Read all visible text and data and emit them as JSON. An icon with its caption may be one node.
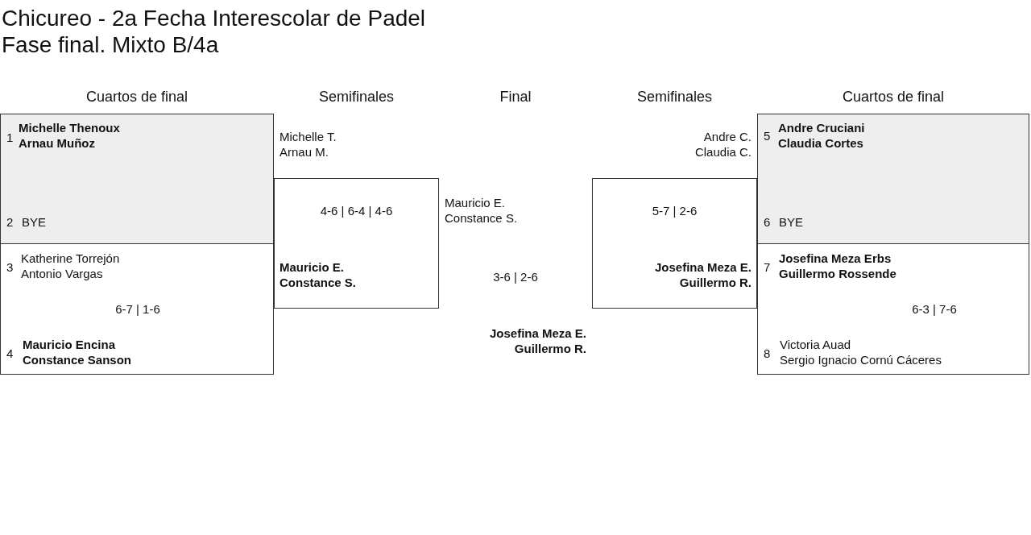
{
  "diagram": {
    "title": "Chicureo - 2a Fecha Interescolar de Padel Fase final. Mixto B/4a",
    "nodes": [
      {
        "text": [
          "1",
          "Michelle Thenoux",
          "Arnau Muñoz",
          "2",
          "BYE"
        ]
      },
      {
        "text": [
          "3",
          "Katherine Torrejón",
          "Antonio Vargas",
          "6-7 | 1-6",
          "4",
          "Mauricio Encina",
          "Constance Sanson"
        ]
      },
      {
        "text": [
          "Michelle T.",
          "Arnau M.",
          "4-6 | 6-4 | 4-6",
          "Mauricio E.",
          "Constance S."
        ]
      },
      {
        "text": [
          "Andre C.",
          "Claudia C.",
          "5-7 | 2-6",
          "Josefina Meza E.",
          "Guillermo R."
        ]
      },
      {
        "text": [
          "5",
          "Andre Cruciani",
          "Claudia Cortes",
          "6",
          "BYE"
        ]
      },
      {
        "text": [
          "7",
          "Josefina Meza Erbs",
          "Guillermo Rossende",
          "6-3 | 7-6",
          "8",
          "Victoria Auad",
          "Sergio Ignacio Cornú Cáceres"
        ]
      }
    ],
    "labels": [
      "Cuartos de final",
      "Semifinales",
      "Final",
      "Semifinales",
      "Cuartos de final",
      "Mauricio E.",
      "Constance S.",
      "3-6 | 2-6",
      "Josefina Meza E.",
      "Guillermo R."
    ]
  }
}
